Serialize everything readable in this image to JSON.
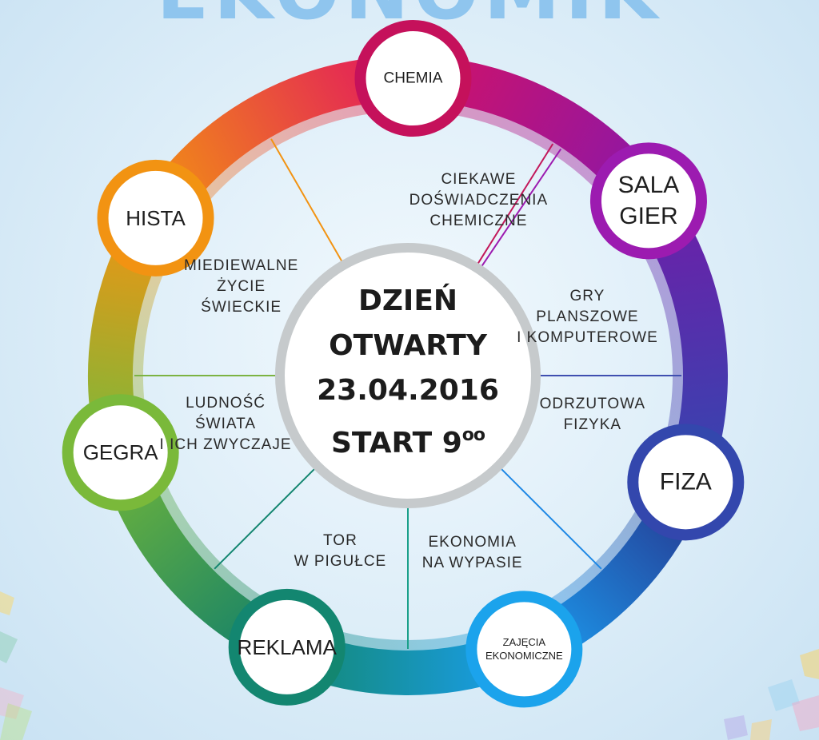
{
  "header": {
    "text": "EKONOMIK"
  },
  "center": {
    "line1": "DZIEŃ",
    "line2": "OTWARTY",
    "date": "23.04.2016",
    "start_label": "START 9",
    "start_sup": "oo"
  },
  "nodes": [
    {
      "id": "chemia",
      "lines": [
        "CHEMIA"
      ],
      "color": "#c5115b",
      "font": "small"
    },
    {
      "id": "sala-gier",
      "lines": [
        "SALA",
        "GIER"
      ],
      "color": "#9c1bb0",
      "font": "large"
    },
    {
      "id": "fiza",
      "lines": [
        "FIZA"
      ],
      "color": "#3347ad",
      "font": "large"
    },
    {
      "id": "zajecia-ekonomiczne",
      "lines": [
        "ZAJĘCIA",
        "EKONOMICZNE"
      ],
      "color": "#1ba3ec",
      "font": "tiny"
    },
    {
      "id": "reklama",
      "lines": [
        "REKLAMA"
      ],
      "color": "#138670",
      "font": "medium"
    },
    {
      "id": "gegra",
      "lines": [
        "GEGRA"
      ],
      "color": "#7ab93a",
      "font": "medium"
    },
    {
      "id": "hista",
      "lines": [
        "HISTA"
      ],
      "color": "#f29312",
      "font": "medium"
    }
  ],
  "descriptions": [
    {
      "id": "chemia",
      "lines": [
        "CIEKAWE",
        "DOŚWIADCZENIA",
        "CHEMICZNE"
      ]
    },
    {
      "id": "sala-gier",
      "lines": [
        "GRY",
        "PLANSZOWE",
        "I KOMPUTEROWE"
      ]
    },
    {
      "id": "fiza",
      "lines": [
        "ODRZUTOWA",
        "FIZYKA"
      ]
    },
    {
      "id": "zajecia-ekonomiczne",
      "lines": [
        "EKONOMIA",
        "NA WYPASIE"
      ]
    },
    {
      "id": "reklama",
      "lines": [
        "TOR",
        "W PIGUŁCE"
      ]
    },
    {
      "id": "gegra",
      "lines": [
        "LUDNOŚĆ",
        "ŚWIATA",
        "I ICH ZWYCZAJE"
      ]
    },
    {
      "id": "hista",
      "lines": [
        "MIEDIEWALNE",
        "ŻYCIE",
        "ŚWIECKIE"
      ]
    }
  ],
  "ring_colors": {
    "chemia": [
      "#b80f55",
      "#d81b64"
    ],
    "sala-gier": [
      "#d11268",
      "#8a17a8"
    ],
    "fiza": [
      "#6f1ea8",
      "#3446b0"
    ],
    "zajecia-ekonomiczne": [
      "#26378f",
      "#1b9df0"
    ],
    "reklama": [
      "#1a9ef0",
      "#13886f"
    ],
    "gegra": [
      "#12806b",
      "#6fb43a"
    ],
    "hista": [
      "#7ab93a",
      "#f29312"
    ],
    "hista-chemia": [
      "#f29312",
      "#e2175f"
    ]
  },
  "spoke_colors": [
    "#c2185b",
    "#9c1bb0",
    "#3f4fb0",
    "#1e88e5",
    "#1aa08a",
    "#138670",
    "#7cb342",
    "#f29312"
  ],
  "center_ring_color": "#c6cacc"
}
